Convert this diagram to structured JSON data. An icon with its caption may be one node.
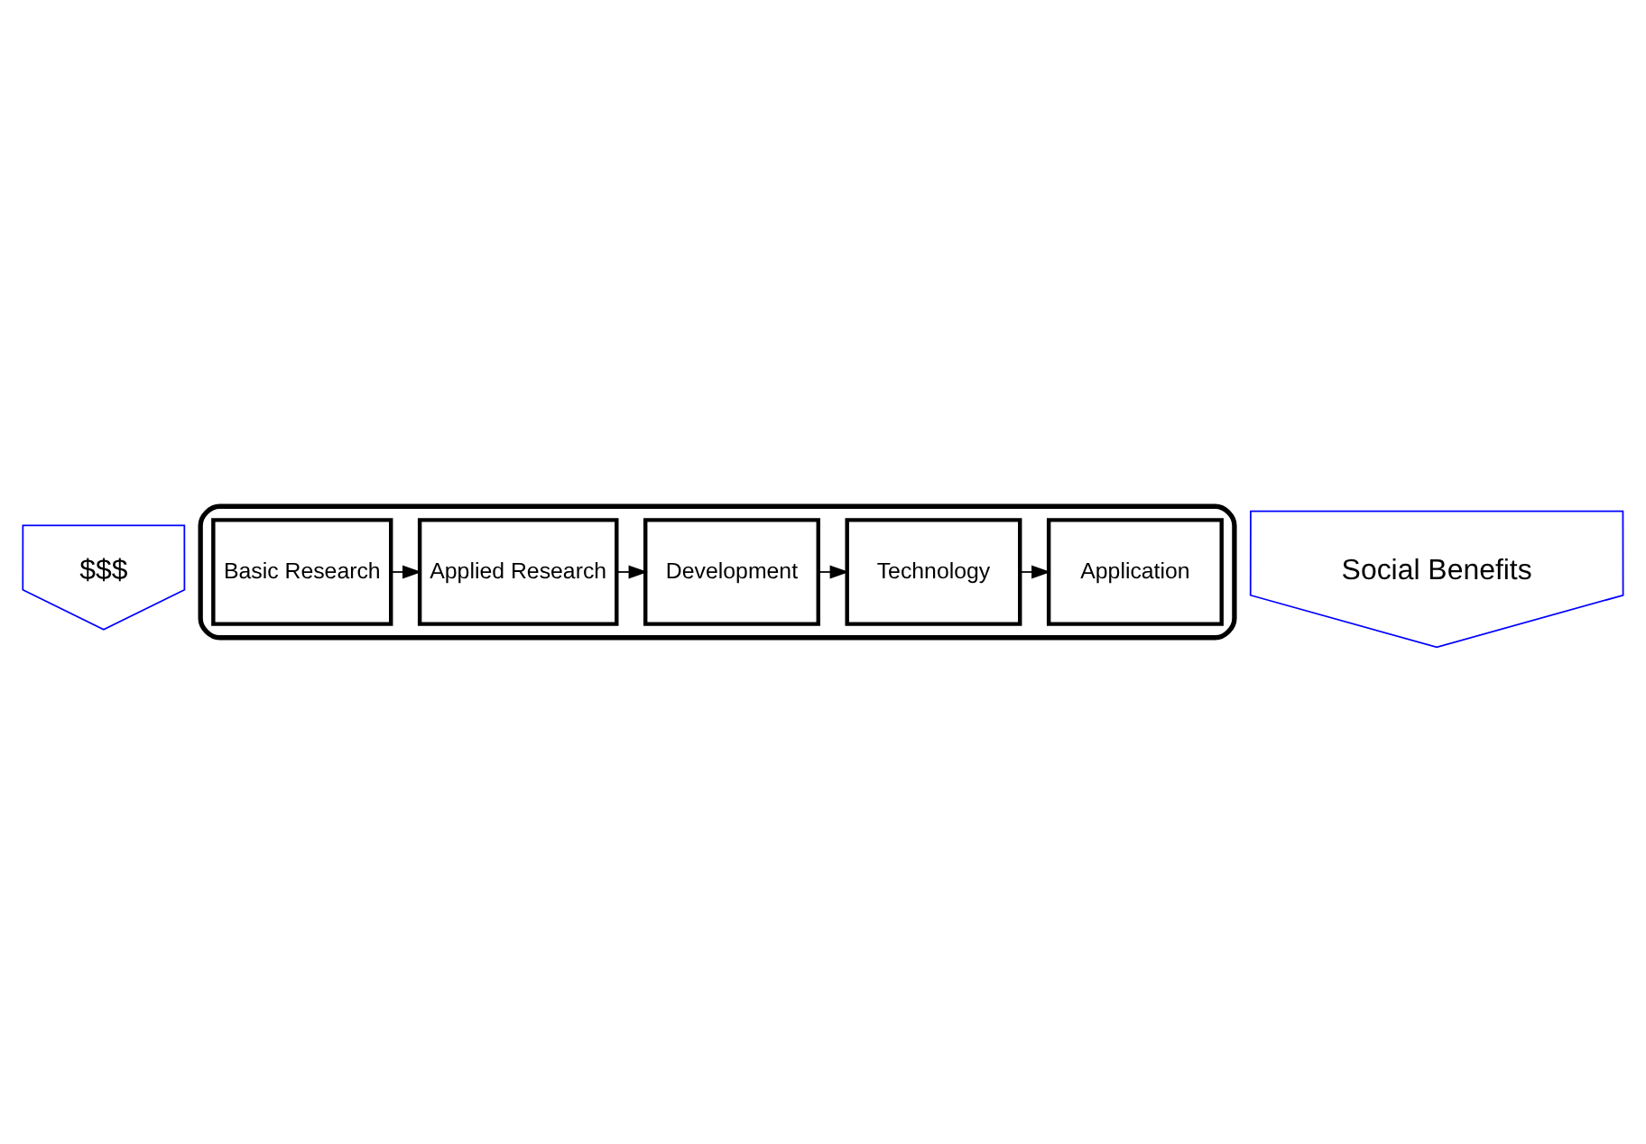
{
  "diagram": {
    "nodes": [
      {
        "text": [
          "$$$"
        ]
      },
      {
        "text": [],
        "shape": "pipe"
      },
      {
        "text": [
          "Basic Research"
        ],
        "in": 1
      },
      {
        "text": [
          "Applied Research"
        ],
        "in": 1
      },
      {
        "text": [
          "Development"
        ],
        "in": 1
      },
      {
        "text": [
          "Technology"
        ],
        "in": 1
      },
      {
        "text": [
          "Application"
        ],
        "in": 1
      },
      {
        "text": [
          "Social Benefits"
        ]
      }
    ],
    "edges": [
      {
        "from": 2,
        "to": 3,
        "arrow": "to"
      },
      {
        "from": 3,
        "to": 4,
        "arrow": "to"
      },
      {
        "from": 4,
        "to": 5,
        "arrow": "to"
      },
      {
        "from": 5,
        "to": 6,
        "arrow": "to"
      }
    ]
  }
}
